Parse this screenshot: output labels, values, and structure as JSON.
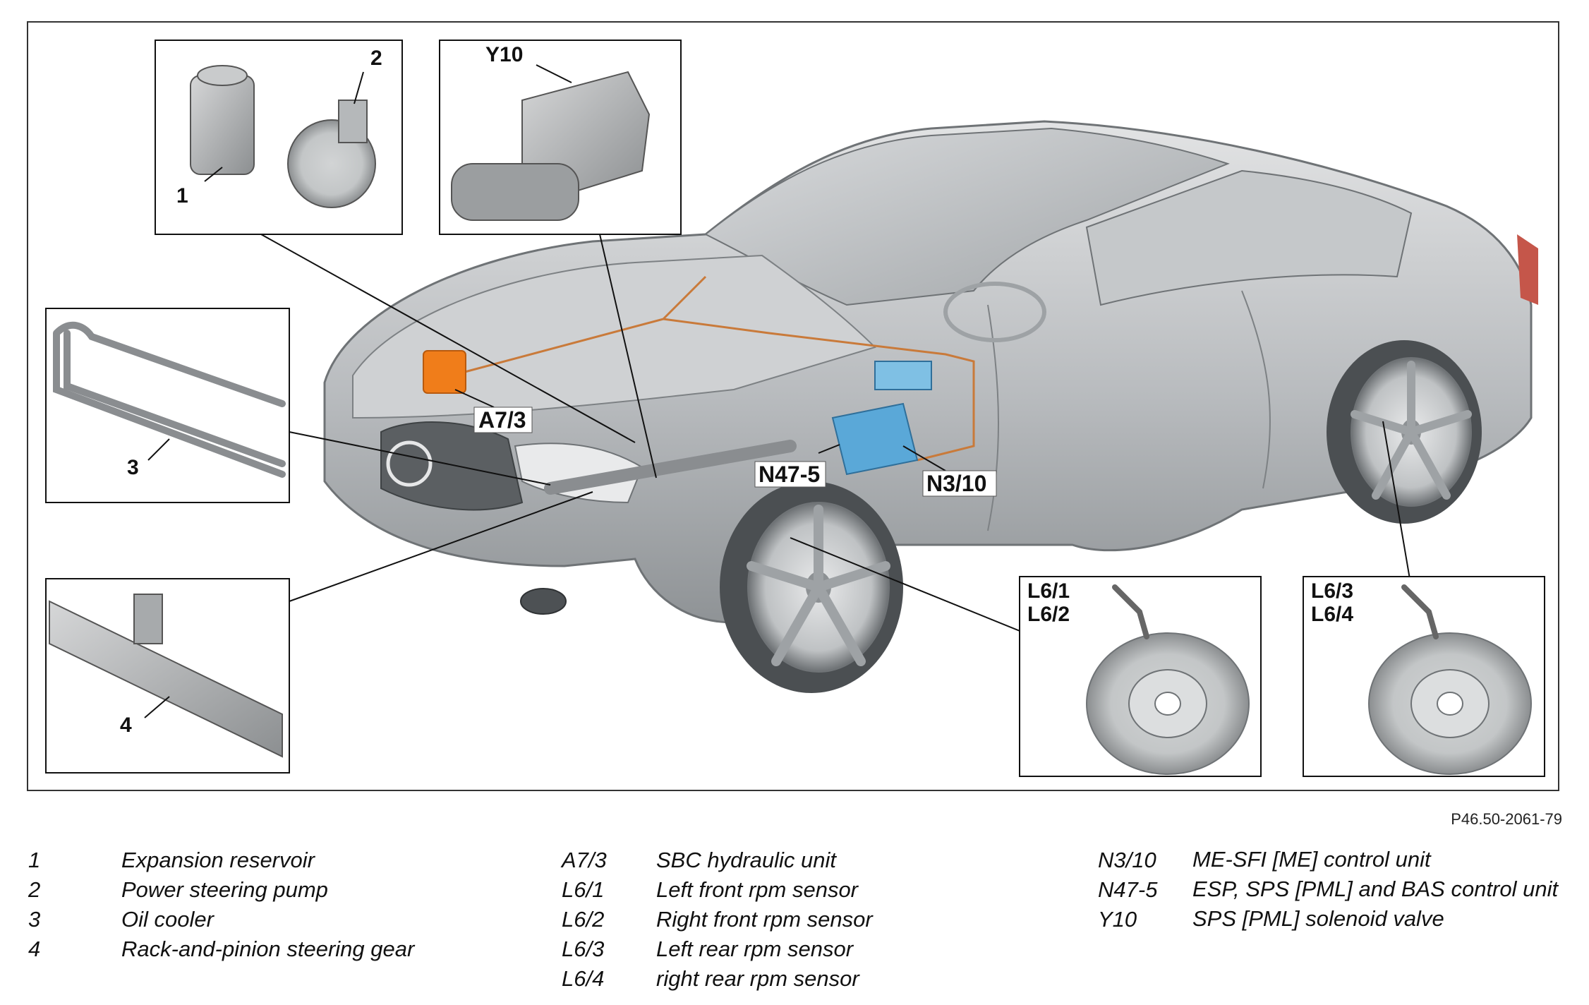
{
  "figure_id": "P46.50-2061-79",
  "callouts": {
    "expansion_reservoir": "1",
    "power_steering_pump": "2",
    "oil_cooler": "3",
    "steering_gear": "4",
    "solenoid_valve": "Y10",
    "hydraulic_unit": "A7/3",
    "esp_control_unit": "N47-5",
    "me_control_unit": "N3/10",
    "front_sensors": [
      "L6/1",
      "L6/2"
    ],
    "rear_sensors": [
      "L6/3",
      "L6/4"
    ]
  },
  "legend": {
    "col1": [
      {
        "key": "1",
        "desc": "Expansion reservoir"
      },
      {
        "key": "2",
        "desc": "Power steering pump"
      },
      {
        "key": "3",
        "desc": "Oil cooler"
      },
      {
        "key": "4",
        "desc": "Rack-and-pinion steering gear"
      }
    ],
    "col2": [
      {
        "key": "A7/3",
        "desc": "SBC hydraulic unit"
      },
      {
        "key": "L6/1",
        "desc": "Left front rpm sensor"
      },
      {
        "key": "L6/2",
        "desc": "Right front rpm sensor"
      },
      {
        "key": "L6/3",
        "desc": "Left rear rpm sensor"
      },
      {
        "key": "L6/4",
        "desc": "right rear rpm sensor"
      }
    ],
    "col3": [
      {
        "key": "N3/10",
        "desc": "ME-SFI [ME] control unit"
      },
      {
        "key": "N47-5",
        "desc": "ESP, SPS [PML] and BAS control unit"
      },
      {
        "key": "Y10",
        "desc": "SPS [PML] solenoid valve"
      }
    ]
  },
  "colors": {
    "car_body": "#b9bcbf",
    "hydraulic_unit": "#f07d1a",
    "control_unit": "#5aa8d8",
    "wiring": "#c97a3a"
  }
}
